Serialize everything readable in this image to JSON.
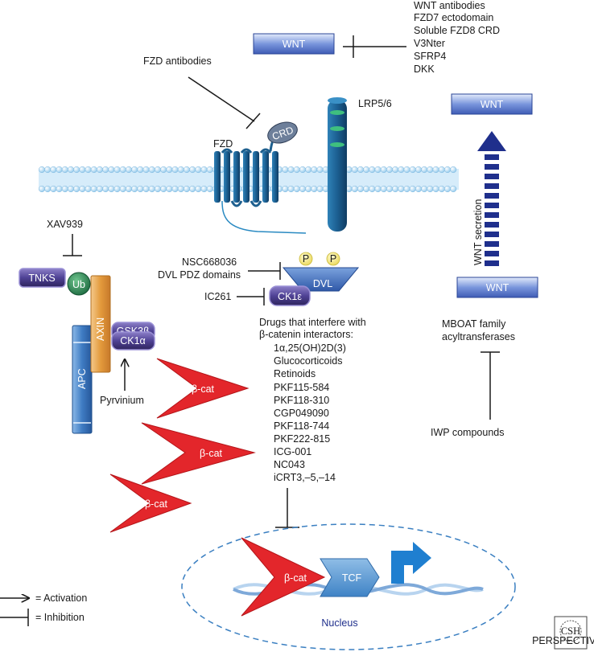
{
  "wnt_top": {
    "label": "WNT"
  },
  "wnt_inhibitors": [
    "WNT antibodies",
    "FZD7 ectodomain",
    "Soluble FZD8 CRD",
    "V3Nter",
    "SFRP4",
    "DKK"
  ],
  "fzd_antibodies": "FZD antibodies",
  "receptors": {
    "fzd": "FZD",
    "crd": "CRD",
    "lrp": "LRP5/6"
  },
  "secretion": {
    "wnt_out": "WNT",
    "wnt_in": "WNT",
    "label": "WNT secretion"
  },
  "mboat": [
    "MBOAT family",
    "acyltransferases"
  ],
  "iwp": "IWP compounds",
  "xav": "XAV939",
  "destruction_complex": {
    "tnks": "TNKS",
    "ub": "Ub",
    "axin": "AXIN",
    "gsk": "GSK3β",
    "ck1a": "CK1α",
    "apc": "APC"
  },
  "pyrvinium": "Pyrvinium",
  "dvl_inhibitors": [
    "NSC668036",
    "DVL PDZ domains"
  ],
  "dvl": {
    "label": "DVL",
    "p1": "P",
    "p2": "P"
  },
  "ic261": "IC261",
  "ck1e": "CK1ε",
  "drugs": {
    "heading": [
      "Drugs that interfere with",
      "β-catenin interactors:"
    ],
    "list": [
      "1α,25(OH)2D(3)",
      "Glucocorticoids",
      "Retinoids",
      "PKF115-584",
      "PKF118-310",
      "CGP049090",
      "PKF118-744",
      "PKF222-815",
      "ICG-001",
      "NC043",
      "iCRT3,–5,–14"
    ]
  },
  "beta_cat": [
    "β-cat",
    "β-cat",
    "β-cat"
  ],
  "nucleus": {
    "label": "Nucleus",
    "bcat": "β-cat",
    "tcf": "TCF"
  },
  "legend": {
    "activation": "= Activation",
    "inhibition": "= Inhibition"
  },
  "logo": {
    "line1": "CSH",
    "line2": "PERSPECTIVES"
  },
  "colors": {
    "wnt_blue": "#5577cc",
    "navy": "#1f2f8c",
    "axin_orange": "#e8a24a",
    "apc_blue": "#4a86c8",
    "purple": "#4b3f8f",
    "bcat_red": "#e3262b",
    "membrane": "#a9d3ef",
    "receptor": "#1e5f8e",
    "ub_green": "#2e8b57",
    "nucleus_dash": "#3a7fc1",
    "tcf": "#5d9bd5"
  }
}
